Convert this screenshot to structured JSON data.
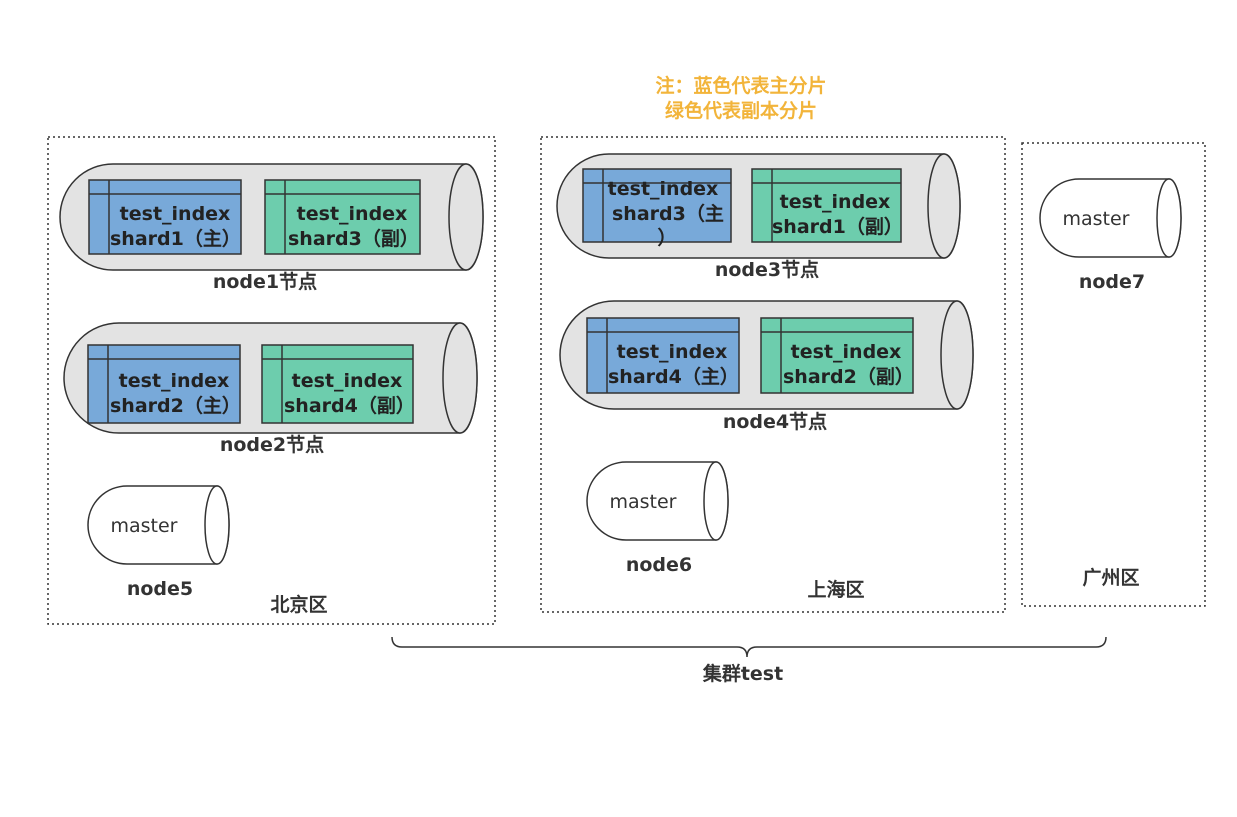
{
  "note": {
    "line1": "注：蓝色代表主分片",
    "line2": "绿色代表副本分片"
  },
  "colors": {
    "primary_shard": "#78a9d9",
    "replica_shard": "#6dcdad",
    "node_fill": "#e3e3e3",
    "note_text": "#f2b43a"
  },
  "regions": [
    {
      "id": "beijing",
      "label": "北京区"
    },
    {
      "id": "shanghai",
      "label": "上海区"
    },
    {
      "id": "guangzhou",
      "label": "广州区"
    }
  ],
  "nodes": {
    "node1": {
      "label": "node1节点",
      "shards": [
        {
          "line1": "test_index",
          "line2": "shard1（主）",
          "kind": "primary"
        },
        {
          "line1": "test_index",
          "line2": "shard3（副）",
          "kind": "replica"
        }
      ]
    },
    "node2": {
      "label": "node2节点",
      "shards": [
        {
          "line1": "test_index",
          "line2": "shard2（主）",
          "kind": "primary"
        },
        {
          "line1": "test_index",
          "line2": "shard4（副）",
          "kind": "replica"
        }
      ]
    },
    "node3": {
      "label": "node3节点",
      "shards": [
        {
          "line1": "test_index",
          "line2": "shard3（主",
          "line3": "）",
          "kind": "primary"
        },
        {
          "line1": "test_index",
          "line2": "shard1（副）",
          "kind": "replica"
        }
      ]
    },
    "node4": {
      "label": "node4节点",
      "shards": [
        {
          "line1": "test_index",
          "line2": "shard4（主）",
          "kind": "primary"
        },
        {
          "line1": "test_index",
          "line2": "shard2（副）",
          "kind": "replica"
        }
      ]
    },
    "node5": {
      "label": "node5",
      "text": "master"
    },
    "node6": {
      "label": "node6",
      "text": "master"
    },
    "node7": {
      "label": "node7",
      "text": "master"
    }
  },
  "cluster": {
    "label": "集群test"
  }
}
